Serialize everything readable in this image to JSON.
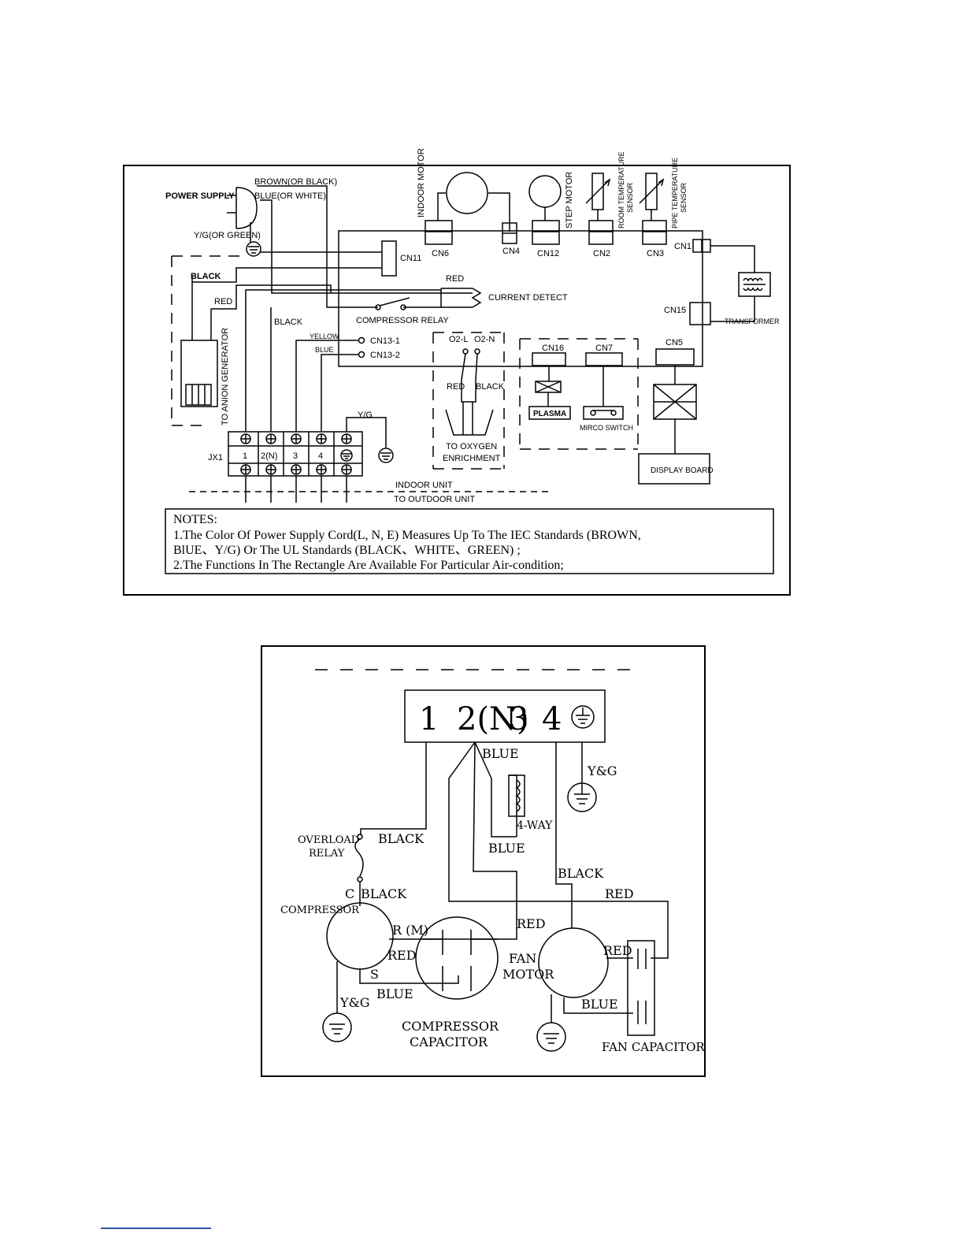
{
  "indoor": {
    "power_supply": "POWER SUPPLY",
    "brown_or_black": "BROWN(OR BLACK)",
    "blue_or_white": "BLUE(OR WHITE)",
    "yg_or_green": "Y/G(OR GREEN)",
    "indoor_motor": "INDOOR MOTOR",
    "step_motor": "STEP MOTOR",
    "room_temp_sensor_1": "ROOM TEMPERATURE",
    "room_temp_sensor_2": "SENSOR",
    "pipe_temp_sensor_1": "PIPE TEMPERATURE",
    "pipe_temp_sensor_2": "SENSOR",
    "cn6": "CN6",
    "cn4": "CN4",
    "cn12": "CN12",
    "cn2": "CN2",
    "cn3": "CN3",
    "cn1": "CN1",
    "cn11": "CN11",
    "cn15": "CN15",
    "cn16": "CN16",
    "cn7": "CN7",
    "cn5": "CN5",
    "cn13_1": "CN13-1",
    "cn13_2": "CN13-2",
    "black_1": "BLACK",
    "red_1": "RED",
    "black_2": "BLACK",
    "red_2": "RED",
    "yellow": "YELLOW",
    "blue": "BLUE",
    "current_detect": "CURRENT DETECT",
    "compressor_relay": "COMPRESSOR RELAY",
    "to_anion_generator": "TO ANION GENERATOR",
    "transformer": "TRANSFORMER",
    "o2l": "O2-L",
    "o2n": "O2-N",
    "red_o2": "RED",
    "black_o2": "BLACK",
    "to_oxygen_1": "TO OXYGEN",
    "to_oxygen_2": "ENRICHMENT",
    "plasma": "PLASMA",
    "mirco_switch": "MIRCO SWITCH",
    "display_board": "DISPLAY BOARD",
    "jx1": "JX1",
    "t1": "1",
    "t2": "2(N)",
    "t3": "3",
    "t4": "4",
    "yg": "Y/G",
    "indoor_unit": "INDOOR UNIT",
    "to_outdoor_unit": "TO OUTDOOR UNIT",
    "notes_title": "NOTES:",
    "note1_line1": "1.The Color Of Power Supply Cord(L, N, E) Measures Up To The IEC Standards (BROWN,",
    "note1_line2": "BlUE、Y/G)  Or The UL Standards (BLACK、WHITE、GREEN) ;",
    "note2": "2.The Functions In The Rectangle Are Available For Particular Air-condition;"
  },
  "outdoor": {
    "t1": "1",
    "t2": "2(N)",
    "t3": "3",
    "t4": "4",
    "blue_top": "BLUE",
    "yg_top": "Y&G",
    "four_way": "4-WAY",
    "blue_mid": "BLUE",
    "overload_1": "OVERLOAD",
    "overload_2": "RELAY",
    "black_a": "BLACK",
    "black_b": "BLACK",
    "c_label": "C",
    "black_c": "BLACK",
    "red_top": "RED",
    "compressor": "COMPRESSOR",
    "rm": "R (M)",
    "red_rm": "RED",
    "red_mid": "RED",
    "s_label": "S",
    "blue_s": "BLUE",
    "fan_1": "FAN",
    "fan_2": "MOTOR",
    "red_fan": "RED",
    "blue_fan": "BLUE",
    "yg_comp": "Y&G",
    "comp_cap_1": "COMPRESSOR",
    "comp_cap_2": "CAPACITOR",
    "fan_cap": "FAN CAPACITOR"
  }
}
